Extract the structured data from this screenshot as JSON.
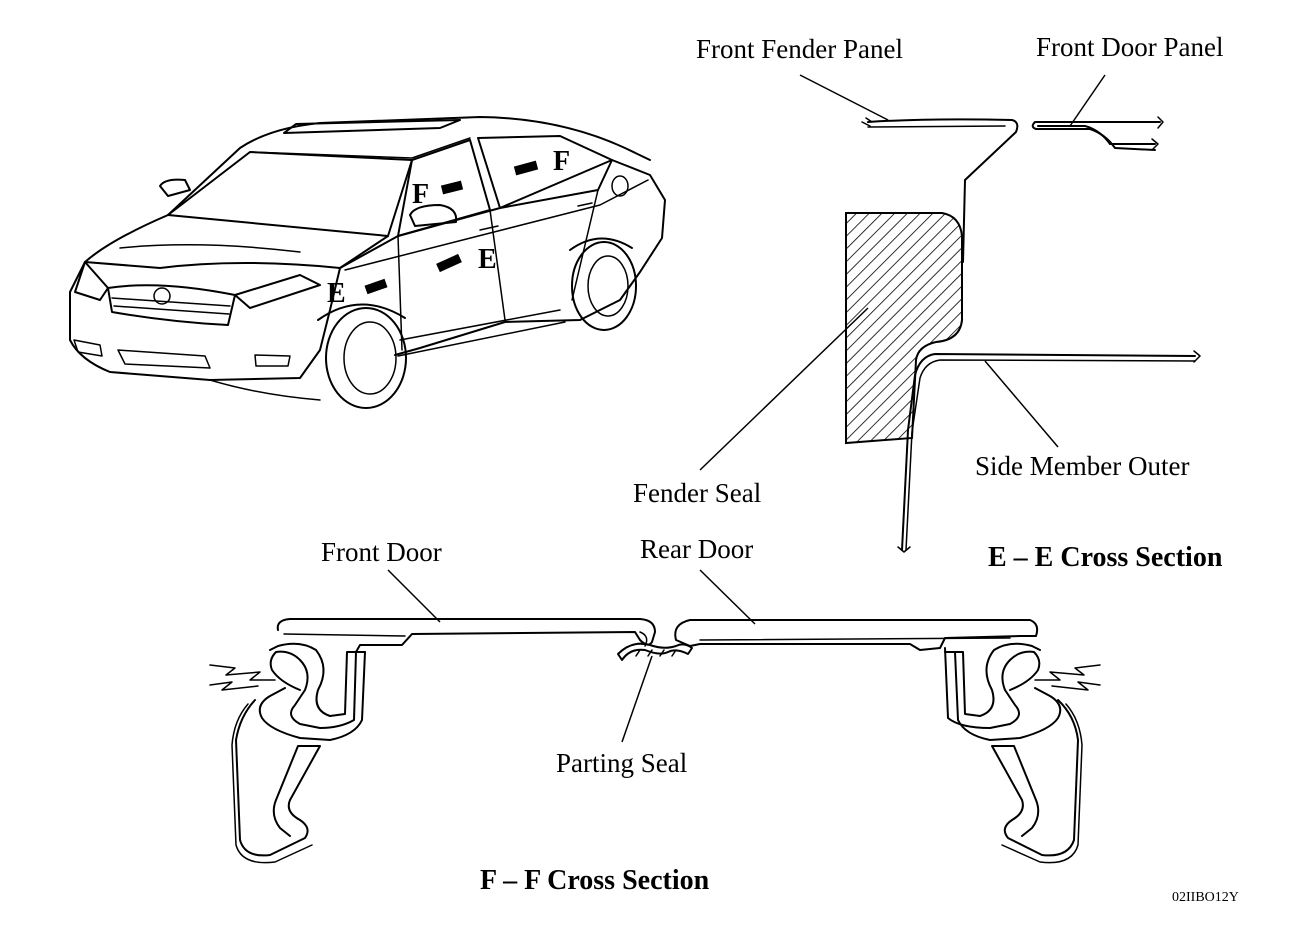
{
  "labels": {
    "front_fender_panel": "Front Fender Panel",
    "front_door_panel": "Front Door Panel",
    "fender_seal": "Fender Seal",
    "side_member_outer": "Side Member Outer",
    "front_door": "Front Door",
    "rear_door": "Rear Door",
    "parting_seal": "Parting Seal"
  },
  "section_titles": {
    "e_e": "E – E Cross Section",
    "f_f": "F – F Cross Section"
  },
  "markers": {
    "f_left": "F",
    "f_right": "F",
    "e_left": "E",
    "e_right": "E"
  },
  "figure_code": "02IIBO12Y"
}
